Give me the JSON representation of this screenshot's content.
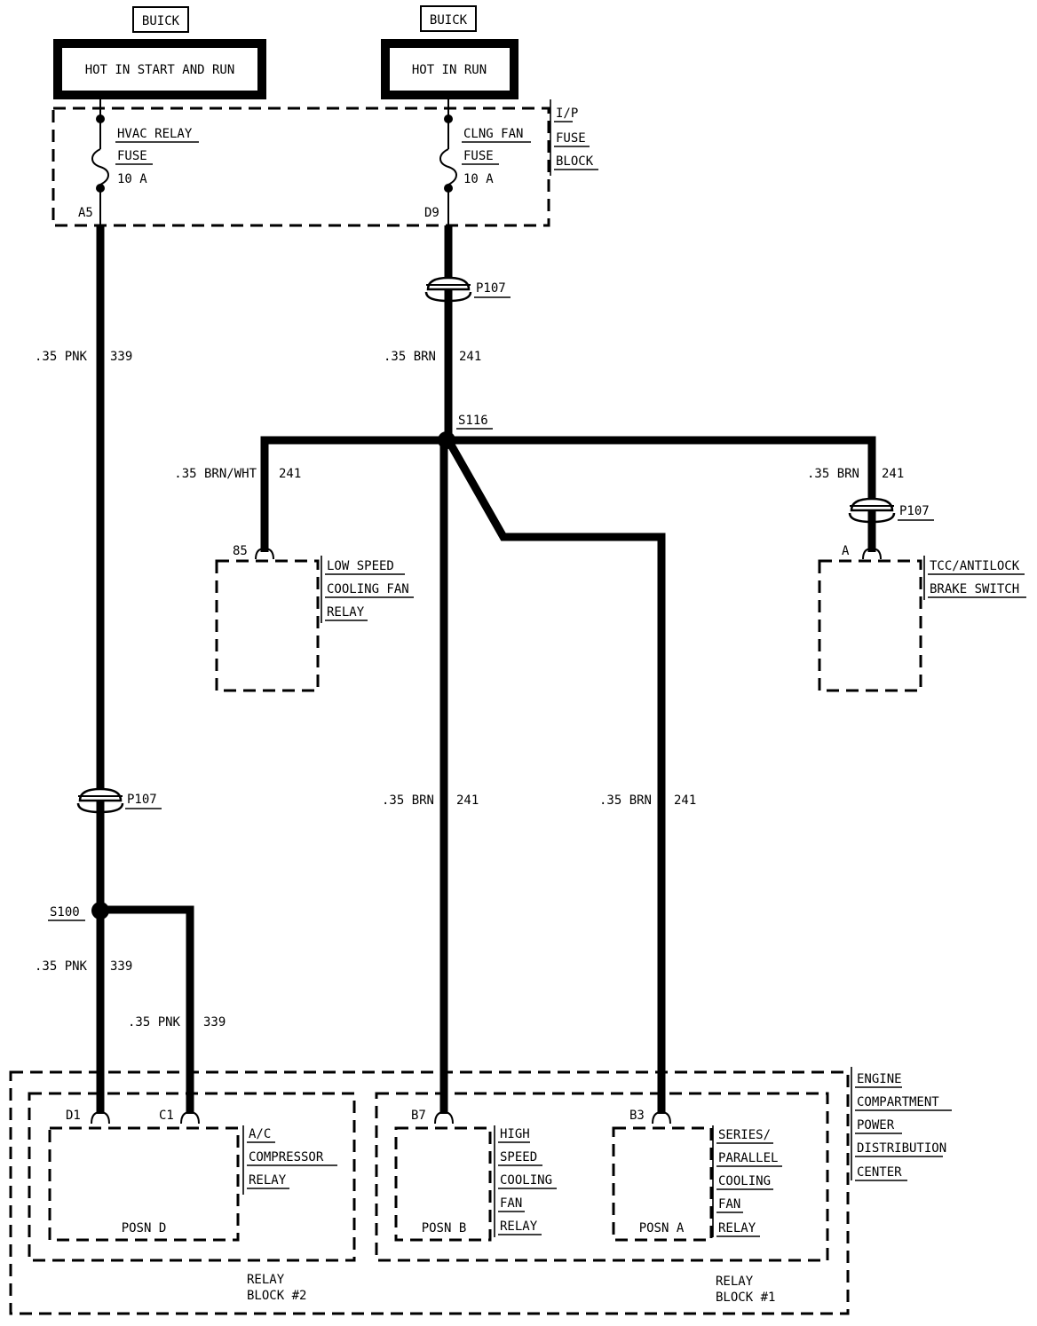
{
  "power_sources": [
    {
      "tag": "BUICK",
      "label": "HOT IN START AND RUN"
    },
    {
      "tag": "BUICK",
      "label": "HOT IN RUN"
    }
  ],
  "fuse_block": {
    "name_lines": [
      "I/P",
      "FUSE",
      "BLOCK"
    ],
    "fuses": [
      {
        "name_lines": [
          "HVAC RELAY",
          "FUSE"
        ],
        "rating": "10 A",
        "terminal": "A5"
      },
      {
        "name_lines": [
          "CLNG FAN",
          "FUSE"
        ],
        "rating": "10 A",
        "terminal": "D9"
      }
    ]
  },
  "connectors": {
    "p107": "P107"
  },
  "splices": {
    "s116": "S116",
    "s100": "S100"
  },
  "wires": {
    "hvac_upper": {
      "gauge": ".35 PNK",
      "circuit": "339"
    },
    "fan_upper": {
      "gauge": ".35 BRN",
      "circuit": "241"
    },
    "brn_wht": {
      "gauge": ".35 BRN/WHT",
      "circuit": "241"
    },
    "tcc_branch": {
      "gauge": ".35 BRN",
      "circuit": "241"
    },
    "high_speed": {
      "gauge": ".35 BRN",
      "circuit": "241"
    },
    "series_par": {
      "gauge": ".35 BRN",
      "circuit": "241"
    },
    "pnk_lower_1": {
      "gauge": ".35 PNK",
      "circuit": "339"
    },
    "pnk_lower_2": {
      "gauge": ".35 PNK",
      "circuit": "339"
    }
  },
  "components": {
    "low_speed_relay": {
      "terminal": "85",
      "name_lines": [
        "LOW SPEED",
        "COOLING FAN",
        "RELAY"
      ]
    },
    "tcc_switch": {
      "terminal": "A",
      "name_lines": [
        "TCC/ANTILOCK",
        "BRAKE SWITCH"
      ]
    },
    "ac_relay": {
      "terminals": [
        "D1",
        "C1"
      ],
      "name_lines": [
        "A/C",
        "COMPRESSOR",
        "RELAY"
      ],
      "position": "POSN D"
    },
    "high_relay": {
      "terminal": "B7",
      "name_lines": [
        "HIGH",
        "SPEED",
        "COOLING",
        "FAN",
        "RELAY"
      ],
      "position": "POSN B"
    },
    "series_relay": {
      "terminal": "B3",
      "name_lines": [
        "SERIES/",
        "PARALLEL",
        "COOLING",
        "FAN",
        "RELAY"
      ],
      "position": "POSN A"
    }
  },
  "relay_blocks": {
    "block2": [
      "RELAY",
      "BLOCK #2"
    ],
    "block1": [
      "RELAY",
      "BLOCK #1"
    ]
  },
  "power_center": {
    "name_lines": [
      "ENGINE",
      "COMPARTMENT",
      "POWER",
      "DISTRIBUTION",
      "CENTER"
    ]
  }
}
